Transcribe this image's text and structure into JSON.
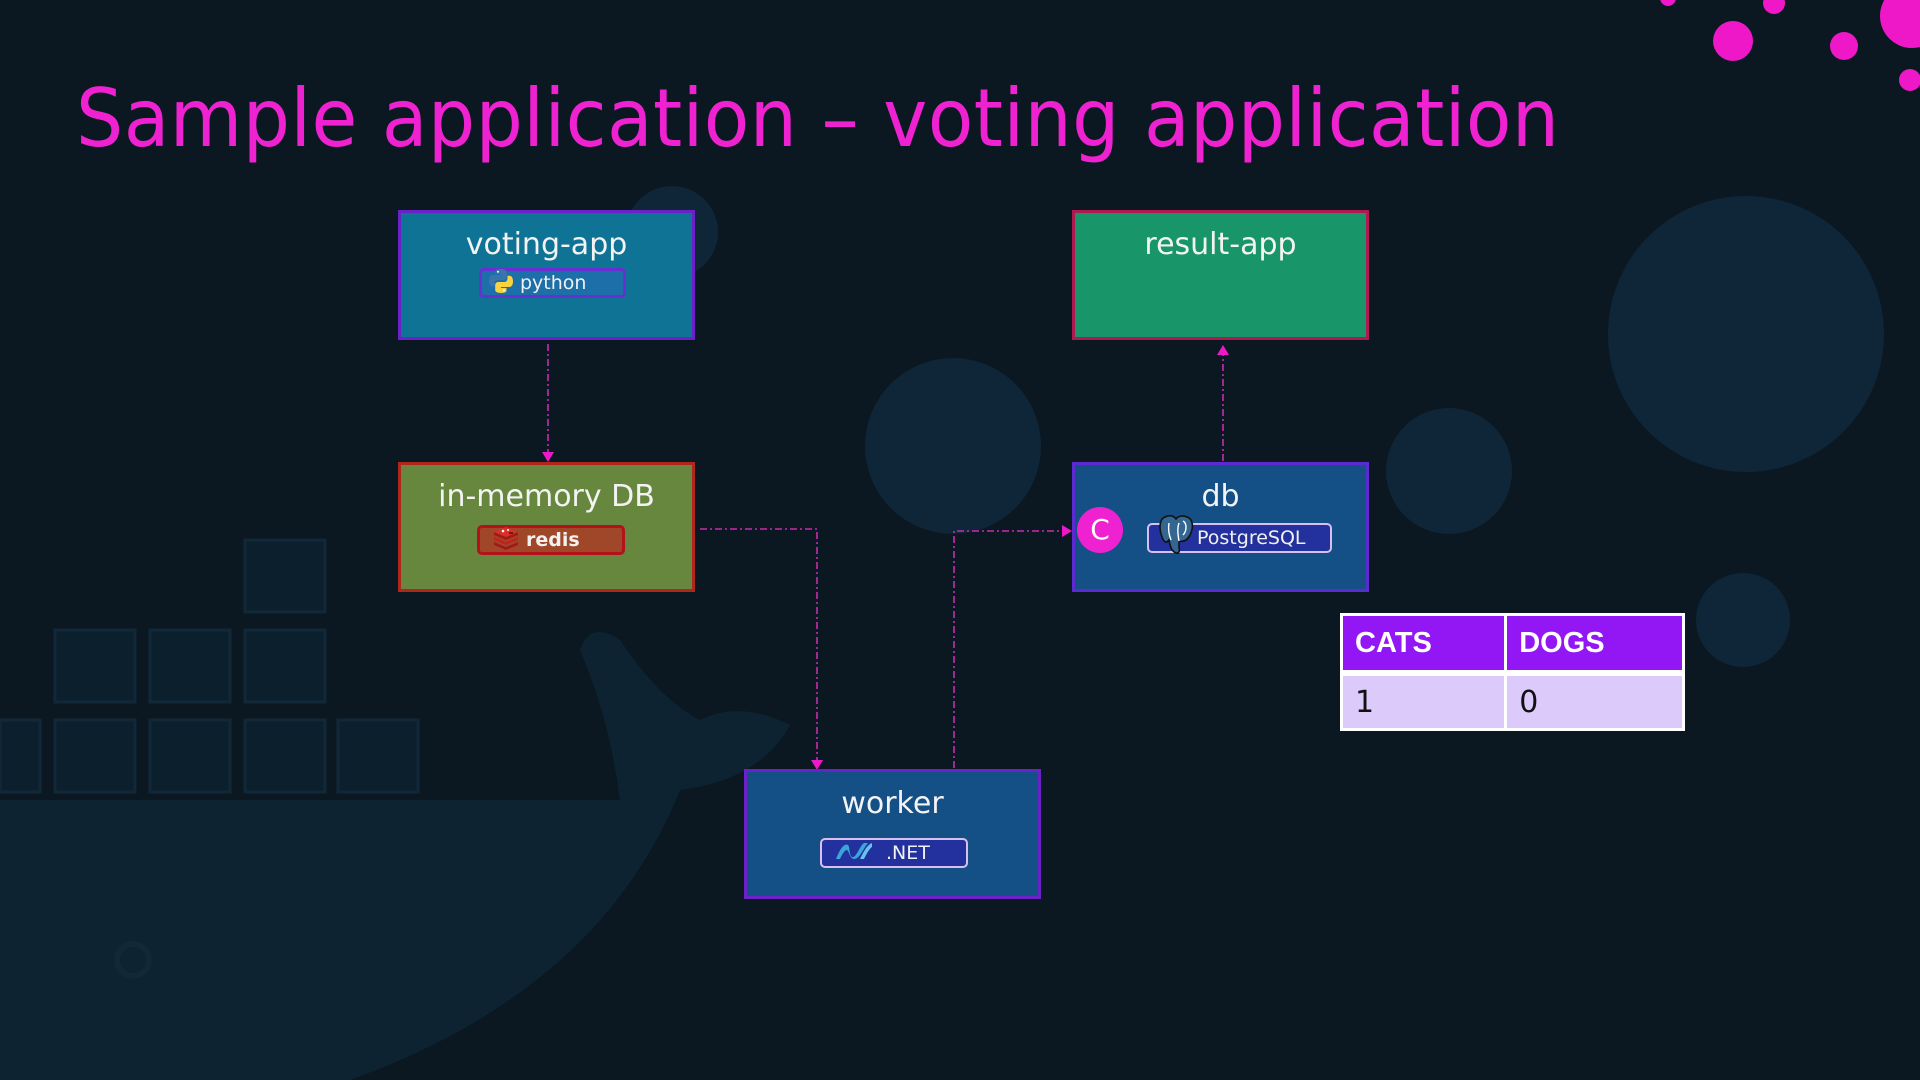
{
  "slide": {
    "title": "Sample application – voting application",
    "accent_color": "#ee22d0"
  },
  "nodes": {
    "voting_app": {
      "label": "voting-app",
      "badge": "python",
      "icon": "python-icon",
      "color": "#0e7394"
    },
    "in_memory_db": {
      "label": "in-memory DB",
      "badge": "redis",
      "icon": "redis-icon",
      "color": "#67863e"
    },
    "result_app": {
      "label": "result-app",
      "color": "#189669"
    },
    "db": {
      "label": "db",
      "badge": "PostgreSQL",
      "icon": "postgresql-elephant-icon",
      "color": "#144f86",
      "marker": "C"
    },
    "worker": {
      "label": "worker",
      "badge": ".NET",
      "icon": "dotnet-icon",
      "color": "#144f86"
    }
  },
  "connections": [
    {
      "from": "voting-app",
      "to": "in-memory DB"
    },
    {
      "from": "in-memory DB",
      "to": "worker"
    },
    {
      "from": "worker",
      "to": "db"
    },
    {
      "from": "db",
      "to": "result-app"
    }
  ],
  "votes_table": {
    "headers": [
      "CATS",
      "DOGS"
    ],
    "rows": [
      [
        "1",
        "0"
      ]
    ]
  }
}
